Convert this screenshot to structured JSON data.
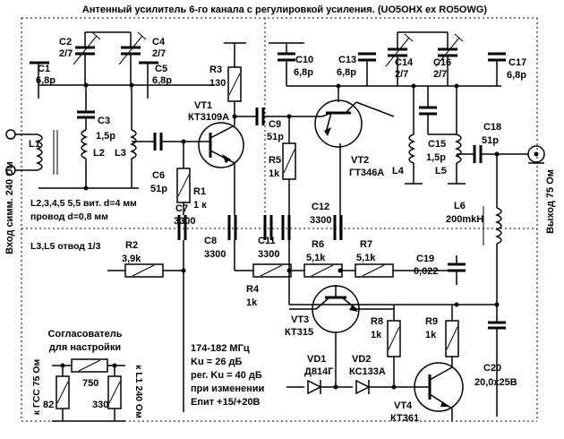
{
  "title": "Антенный усилитель 6-го канала с регулировкой усиления. (UO5OHX ex RO5OWG)",
  "ports": {
    "input": "Вход симм. 240 Ом",
    "output": "Выход 75 Ом"
  },
  "notes": {
    "coil_line1": "L2,3,4,5  5,5 вит. d=4 мм",
    "coil_line2": "провод d=0,8 мм",
    "tap": "L3,L5 отвод 1/3"
  },
  "specs": {
    "freq": "174-182 МГц",
    "ku": "Ku = 26 дБ",
    "reg": "рег. Ku = 40 дБ",
    "change": "при изменении",
    "supply": "Епит +15/+20В"
  },
  "matcher": {
    "title_line1": "Согласователь",
    "title_line2": "для настройки",
    "left": "к ГСС 75 Ом",
    "right": "к L1 240 Ом",
    "r_series": "750",
    "r_left": "82",
    "r_right": "330"
  },
  "components": {
    "C1": {
      "name": "C1",
      "value": "6,8р"
    },
    "C2": {
      "name": "C2",
      "value": "2/7"
    },
    "C3": {
      "name": "C3",
      "value": "1,5р"
    },
    "C4": {
      "name": "C4",
      "value": "2/7"
    },
    "C5": {
      "name": "C5",
      "value": "6,8р"
    },
    "C6": {
      "name": "C6",
      "value": "51р"
    },
    "C7": {
      "name": "C7",
      "value": "3300"
    },
    "C8": {
      "name": "C8",
      "value": "3300"
    },
    "C9": {
      "name": "C9",
      "value": "51р"
    },
    "C10": {
      "name": "C10",
      "value": "6,8р"
    },
    "C11": {
      "name": "C11",
      "value": "3300"
    },
    "C12": {
      "name": "C12",
      "value": "3300"
    },
    "C13": {
      "name": "C13",
      "value": "6,8р"
    },
    "C14": {
      "name": "C14",
      "value": "2/7"
    },
    "C15": {
      "name": "C15",
      "value": "1,5р"
    },
    "C16": {
      "name": "C16",
      "value": "2/7"
    },
    "C17": {
      "name": "C17",
      "value": "6,8р"
    },
    "C18": {
      "name": "C18",
      "value": "51р"
    },
    "C19": {
      "name": "C19",
      "value": "0,022"
    },
    "C20": {
      "name": "C20",
      "value": "20,0х25В"
    },
    "R1": {
      "name": "R1",
      "value": "1 к"
    },
    "R2": {
      "name": "R2",
      "value": "3,9k"
    },
    "R3": {
      "name": "R3",
      "value": "130"
    },
    "R4": {
      "name": "R4",
      "value": "1k"
    },
    "R5": {
      "name": "R5",
      "value": "1k"
    },
    "R6": {
      "name": "R6",
      "value": "5,1k"
    },
    "R7": {
      "name": "R7",
      "value": "5,1k"
    },
    "R8": {
      "name": "R8",
      "value": "1k"
    },
    "R9": {
      "name": "R9",
      "value": "1k"
    },
    "L1": {
      "name": "L1"
    },
    "L2": {
      "name": "L2"
    },
    "L3": {
      "name": "L3"
    },
    "L4": {
      "name": "L4"
    },
    "L5": {
      "name": "L5"
    },
    "L6": {
      "name": "L6",
      "value": "200mkH"
    },
    "VT1": {
      "name": "VT1",
      "value": "КТ3109А"
    },
    "VT2": {
      "name": "VT2",
      "value": "ГТ346А"
    },
    "VT3": {
      "name": "VT3",
      "value": "КТ315"
    },
    "VT4": {
      "name": "VT4",
      "value": "КТ361"
    },
    "VD1": {
      "name": "VD1",
      "value": "Д814Г"
    },
    "VD2": {
      "name": "VD2",
      "value": "КС133А"
    }
  }
}
